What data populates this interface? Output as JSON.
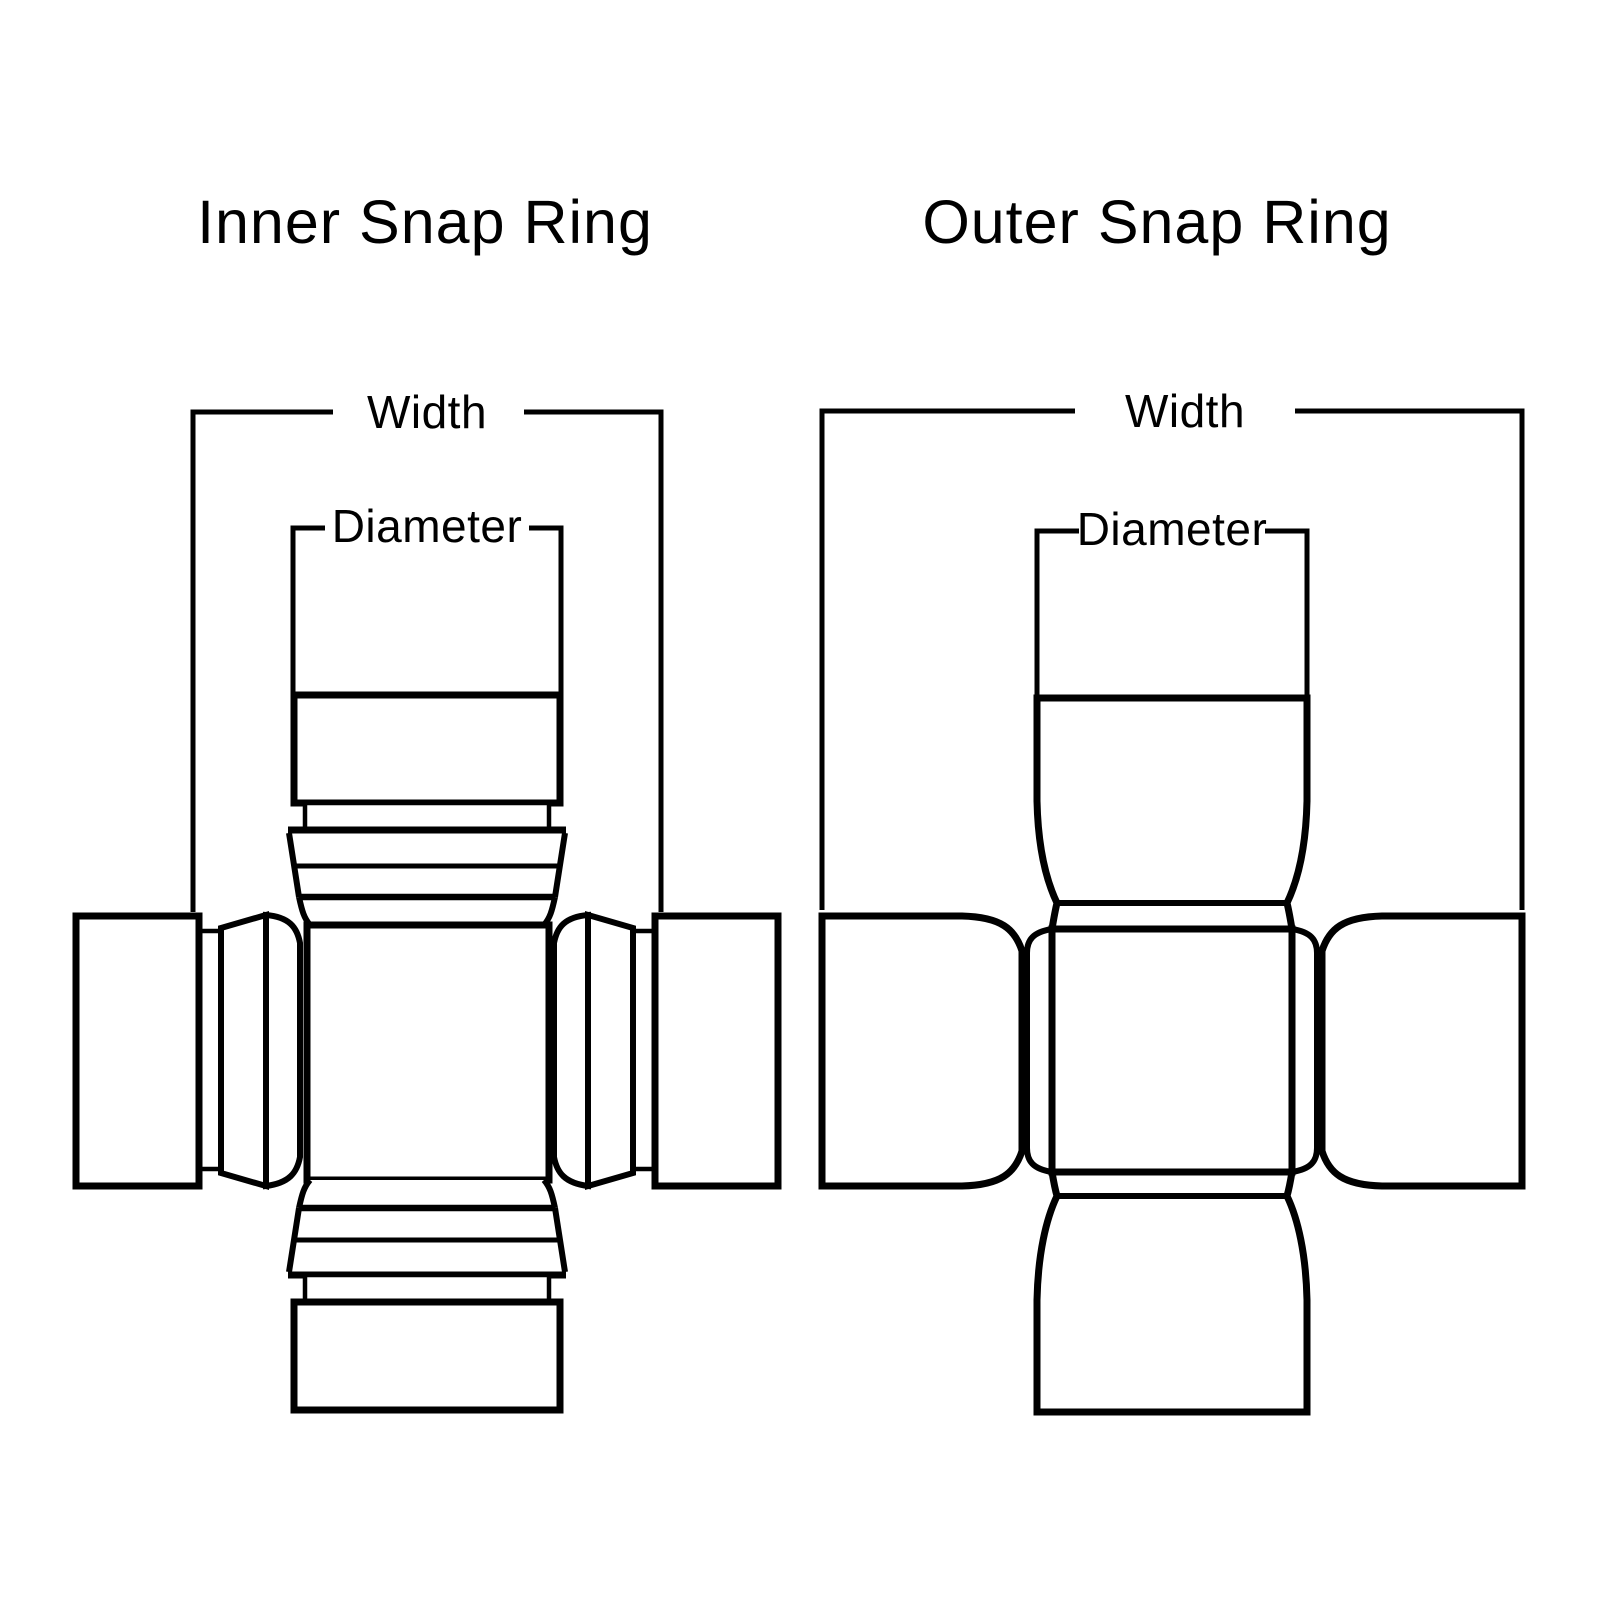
{
  "page": {
    "background_color": "#ffffff",
    "line_color": "#000000",
    "description": "Universal joint snap ring dimension diagrams"
  },
  "inner_diagram": {
    "title": "Inner Snap Ring",
    "width_label": "Width",
    "diameter_label": "Diameter"
  },
  "outer_diagram": {
    "title": "Outer Snap Ring",
    "width_label": "Width",
    "diameter_label": "Diameter"
  }
}
